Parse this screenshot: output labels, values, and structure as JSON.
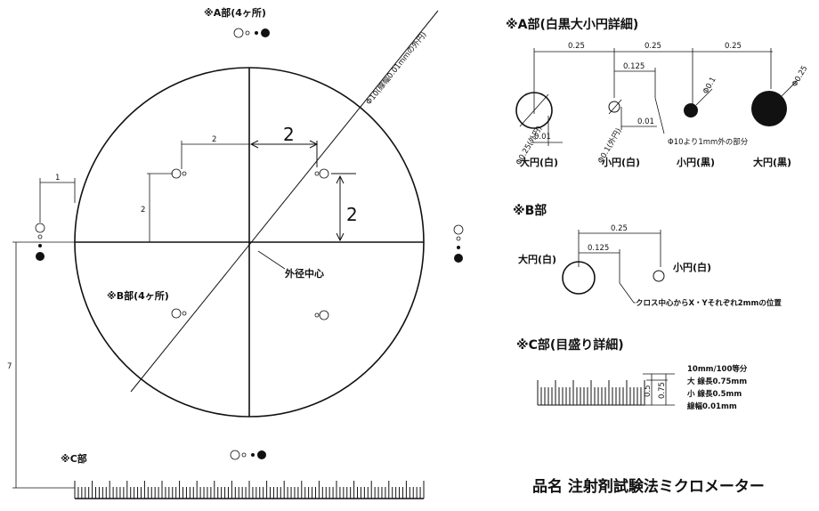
{
  "labels": {
    "a_part_top": "※A部(4ヶ所)",
    "a_detail_title": "※A部(白黒大小円詳細)",
    "b_part": "※B部(4ヶ所)",
    "b_detail_title": "※B部",
    "c_part": "※C部",
    "c_detail_title": "※C部(目盛り詳細)",
    "center": "外径中心",
    "diagonal": "Φ10(線幅0.01mmの外円)",
    "product": "品名 注射剤試験法ミクロメーター"
  },
  "main_dims": {
    "dim_1": "1",
    "dim_2_top": "2",
    "dim_2_side": "2",
    "dim_7": "7",
    "hand_2_top": "2",
    "hand_2_side": "2"
  },
  "a_detail": {
    "d1": "0.25",
    "d2": "0.25",
    "d3": "0.25",
    "d4": "0.125",
    "d5": "0.01",
    "d6": "0.01",
    "phi1": "Φ0.1",
    "phi_big_white": "Φ0.25(外円)",
    "phi_small_white": "Φ0.1(外円)",
    "phi_big_black": "Φ0.25",
    "note": "Φ10より1mm外の部分",
    "cap1": "大円(白)",
    "cap2": "小円(白)",
    "cap3": "小円(黒)",
    "cap4": "大円(黒)"
  },
  "b_detail": {
    "d1": "0.25",
    "d2": "0.125",
    "big": "大円(白)",
    "small": "小円(白)",
    "note": "クロス中心からX・Yそれぞれ2mmの位置"
  },
  "c_detail": {
    "v1": "0.5",
    "v2": "0.75",
    "spec1": "10mm/100等分",
    "spec2": "大 線長0.75mm",
    "spec3": "小 線長0.5mm",
    "spec4": "線幅0.01mm"
  }
}
